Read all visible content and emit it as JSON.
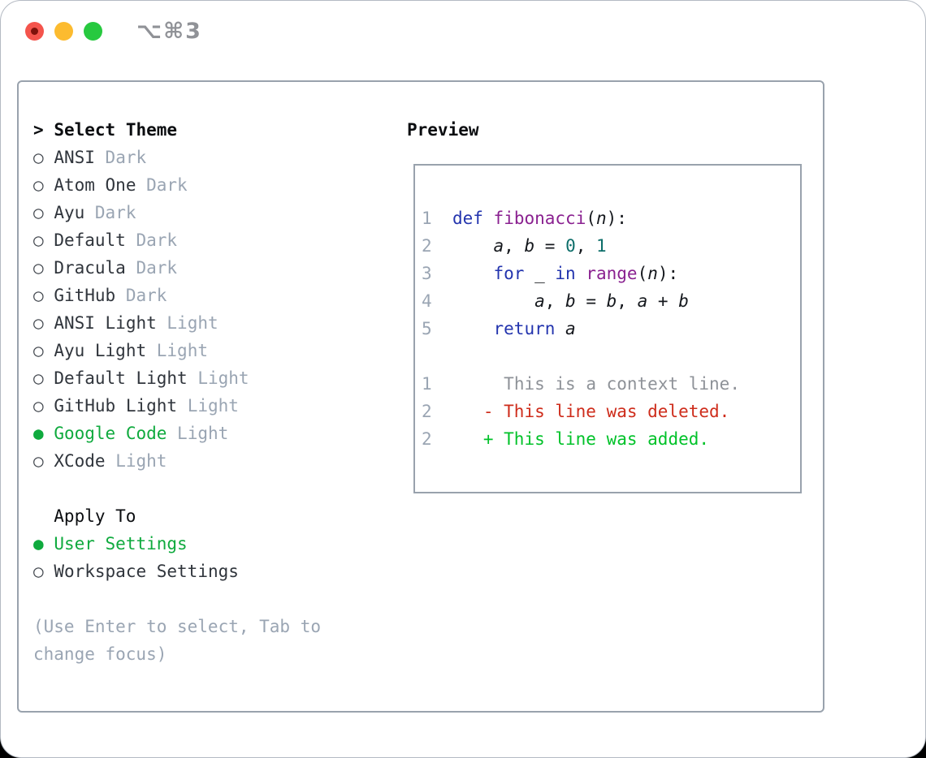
{
  "window": {
    "title": "⌥⌘3"
  },
  "markers": {
    "focus": ">",
    "selected": "●",
    "unselected": "○"
  },
  "theme_panel": {
    "header": {
      "marker": ">",
      "label": "Select Theme"
    },
    "themes": [
      {
        "name": "ANSI",
        "variant": "Dark",
        "selected": false
      },
      {
        "name": "Atom One",
        "variant": "Dark",
        "selected": false
      },
      {
        "name": "Ayu",
        "variant": "Dark",
        "selected": false
      },
      {
        "name": "Default",
        "variant": "Dark",
        "selected": false
      },
      {
        "name": "Dracula",
        "variant": "Dark",
        "selected": false
      },
      {
        "name": "GitHub",
        "variant": "Dark",
        "selected": false
      },
      {
        "name": "ANSI Light",
        "variant": "Light",
        "selected": false
      },
      {
        "name": "Ayu Light",
        "variant": "Light",
        "selected": false
      },
      {
        "name": "Default Light",
        "variant": "Light",
        "selected": false
      },
      {
        "name": "GitHub Light",
        "variant": "Light",
        "selected": false
      },
      {
        "name": "Google Code",
        "variant": "Light",
        "selected": true
      },
      {
        "name": "XCode",
        "variant": "Light",
        "selected": false
      }
    ],
    "apply_to": {
      "label": "Apply To",
      "options": [
        {
          "name": "User Settings",
          "selected": true
        },
        {
          "name": "Workspace Settings",
          "selected": false
        }
      ]
    },
    "help_text": "(Use Enter to select, Tab to change focus)"
  },
  "preview": {
    "title": "Preview",
    "code_lines": [
      [
        [
          "1",
          "lineno"
        ],
        [
          "  ",
          "plain"
        ],
        [
          "def",
          "kw"
        ],
        [
          " ",
          "plain"
        ],
        [
          "fibonacci",
          "fn"
        ],
        [
          "(",
          "plain"
        ],
        [
          "n",
          "var"
        ],
        [
          "):",
          "plain"
        ]
      ],
      [
        [
          "2",
          "lineno"
        ],
        [
          "      ",
          "plain"
        ],
        [
          "a",
          "var"
        ],
        [
          ", ",
          "plain"
        ],
        [
          "b",
          "var"
        ],
        [
          " = ",
          "plain"
        ],
        [
          "0",
          "lit"
        ],
        [
          ", ",
          "plain"
        ],
        [
          "1",
          "lit"
        ]
      ],
      [
        [
          "3",
          "lineno"
        ],
        [
          "      ",
          "plain"
        ],
        [
          "for",
          "kw"
        ],
        [
          " _ ",
          "plain"
        ],
        [
          "in",
          "kw"
        ],
        [
          " ",
          "plain"
        ],
        [
          "range",
          "fn"
        ],
        [
          "(",
          "plain"
        ],
        [
          "n",
          "var"
        ],
        [
          "):",
          "plain"
        ]
      ],
      [
        [
          "4",
          "lineno"
        ],
        [
          "          ",
          "plain"
        ],
        [
          "a",
          "var"
        ],
        [
          ", ",
          "plain"
        ],
        [
          "b",
          "var"
        ],
        [
          " = ",
          "plain"
        ],
        [
          "b",
          "var"
        ],
        [
          ", ",
          "plain"
        ],
        [
          "a",
          "var"
        ],
        [
          " + ",
          "plain"
        ],
        [
          "b",
          "var"
        ]
      ],
      [
        [
          "5",
          "lineno"
        ],
        [
          "      ",
          "plain"
        ],
        [
          "return",
          "kw"
        ],
        [
          " ",
          "plain"
        ],
        [
          "a",
          "var"
        ]
      ],
      [],
      [
        [
          "1",
          "lineno"
        ],
        [
          "       ",
          "plain"
        ],
        [
          "This is a context line.",
          "ctx"
        ]
      ],
      [
        [
          "2",
          "lineno"
        ],
        [
          "     ",
          "plain"
        ],
        [
          "- This line was deleted.",
          "del"
        ]
      ],
      [
        [
          "2",
          "lineno"
        ],
        [
          "     ",
          "plain"
        ],
        [
          "+ This line was added.",
          "add"
        ]
      ]
    ]
  },
  "colors": {
    "selection_green": "#0faa3e",
    "radio_ring": "#43484f",
    "theme_name": "#30353c",
    "variant_gray": "#9aa5b3",
    "header_black": "#0b0d10",
    "help_gray": "#9aa5b3",
    "border_gray": "#99a2ad",
    "traffic_red": "#f4544c",
    "traffic_yellow": "#fcbb2f",
    "traffic_green": "#27c93f",
    "code": {
      "lineno": "#9aa5b3",
      "plain": "#15181d",
      "kw": "#2334ae",
      "fn": "#8a2190",
      "var": "#15181d",
      "lit": "#0d6e6a",
      "ctx": "#8e9298",
      "del": "#ce2c1b",
      "add": "#00c229"
    }
  }
}
